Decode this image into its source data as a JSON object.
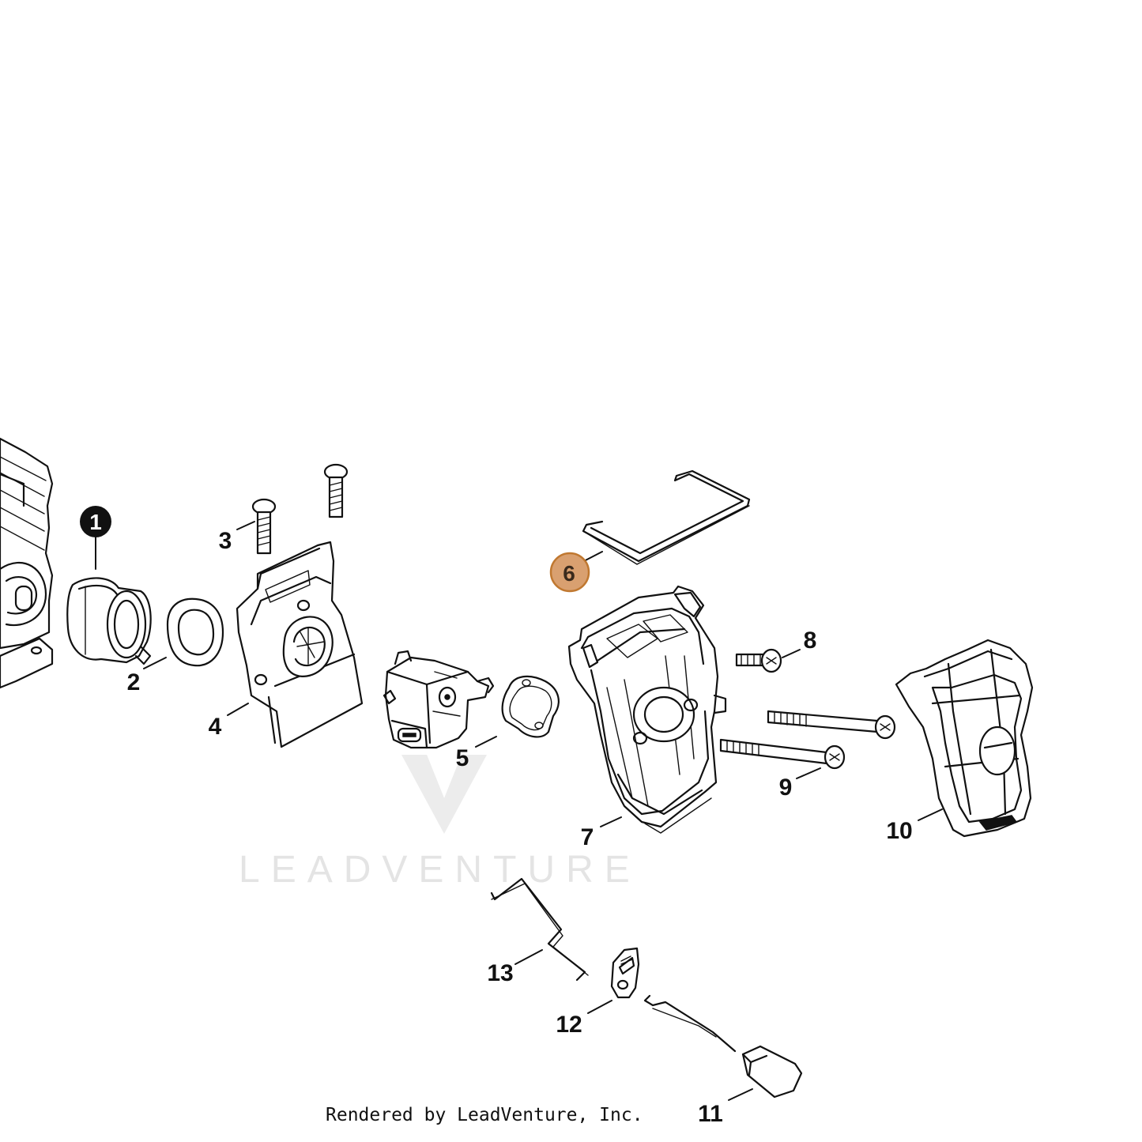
{
  "diagram": {
    "callouts": {
      "c1": "1",
      "c2": "2",
      "c3": "3",
      "c4": "4",
      "c5": "5",
      "c6": "6",
      "c7": "7",
      "c8": "8",
      "c9": "9",
      "c10": "10",
      "c11": "11",
      "c12": "12",
      "c13": "13"
    },
    "highlighted_callout": "6",
    "highlight_color": "#d9a070",
    "highlight_border": "#c07830",
    "watermark": "LEADVENTURE",
    "credit": "Rendered by LeadVenture, Inc."
  }
}
